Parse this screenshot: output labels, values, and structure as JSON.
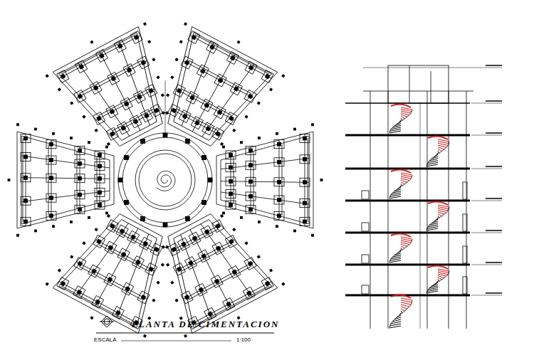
{
  "diagram": {
    "title": "PLANTA DE CIMENTACION",
    "labels": [
      "ESCALA",
      "1:100"
    ]
  }
}
